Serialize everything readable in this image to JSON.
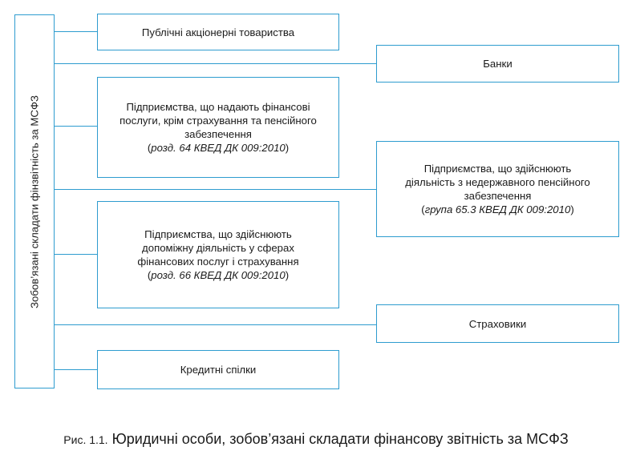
{
  "root": {
    "label": "Зобов’язані складати фінзвітність за МСФЗ"
  },
  "boxes": {
    "public_jsc": {
      "lines": [
        "Публічні акціонерні товариства"
      ]
    },
    "banks": {
      "lines": [
        "Банки"
      ]
    },
    "financial_services": {
      "lines": [
        "Підприємства, що надають фінансові",
        "послуги, крім страхування та пенсійного",
        "забезпечення"
      ],
      "note_pre": "(",
      "note": "розд. 64 КВЕД ДК 009:2010",
      "note_post": ")"
    },
    "pension": {
      "lines": [
        "Підприємства, що здійснюють",
        "діяльність з недержавного пенсійного",
        "забезпечення"
      ],
      "note_pre": "(",
      "note": "група 65.3 КВЕД ДК 009:2010",
      "note_post": ")"
    },
    "auxiliary": {
      "lines": [
        "Підприємства, що здійснюють",
        "допоміжну діяльність у сферах",
        "фінансових послуг і страхування"
      ],
      "note_pre": "(",
      "note": "розд. 66 КВЕД ДК 009:2010",
      "note_post": ")"
    },
    "insurers": {
      "lines": [
        "Страховики"
      ]
    },
    "credit_unions": {
      "lines": [
        "Кредитні спілки"
      ]
    }
  },
  "caption": {
    "number": "Рис. 1.1.",
    "text": " Юридичні особи, зобов’язані складати фінансову звітність за МСФЗ"
  }
}
